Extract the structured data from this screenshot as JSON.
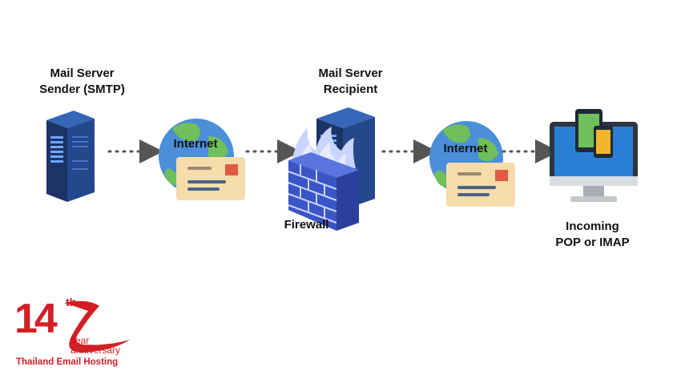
{
  "diagram": {
    "nodes": {
      "sender": {
        "title_line1": "Mail Server",
        "title_line2": "Sender (SMTP)",
        "icon": "server-icon"
      },
      "internet1": {
        "label": "Internet",
        "icon": "globe-icon"
      },
      "recipient": {
        "title_line1": "Mail Server",
        "title_line2": "Recipient",
        "icon": "server-icon"
      },
      "firewall": {
        "label": "Firewall",
        "icon": "firewall-icon"
      },
      "internet2": {
        "label": "Internet",
        "icon": "globe-icon"
      },
      "client": {
        "title_line1": "Incoming",
        "title_line2": "POP or IMAP",
        "icon": "monitor-devices-icon"
      }
    },
    "connectors": [
      "sender-to-internet1",
      "internet1-to-recipient",
      "recipient-to-internet2",
      "internet2-to-client"
    ]
  },
  "logo": {
    "number": "14",
    "suffix": "th",
    "line1": "year",
    "line2": "anniversary",
    "company": "Thailand Email Hosting",
    "brand_color": "#d21f26"
  },
  "colors": {
    "server_dark": "#1e3a6e",
    "server_light": "#2d5aa8",
    "server_led": "#6fa8ff",
    "globe_blue": "#4a8fd8",
    "globe_green": "#6fbf5a",
    "envelope": "#f5dcaa",
    "stamp": "#e05a44",
    "arrow": "#555555"
  }
}
